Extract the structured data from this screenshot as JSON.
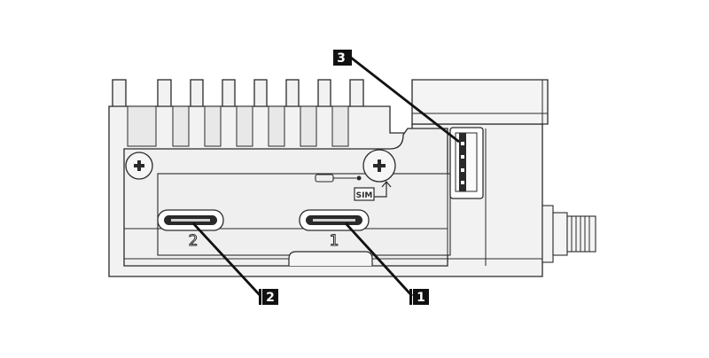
{
  "callouts": [
    {
      "id": "1",
      "label": "1"
    },
    {
      "id": "2",
      "label": "2"
    },
    {
      "id": "3",
      "label": "3"
    }
  ],
  "port_labels": {
    "port_1": "1",
    "port_2": "2",
    "sim": "SIM"
  },
  "icons": {
    "screw_left": "phillips-screw-icon",
    "screw_right": "phillips-screw-icon",
    "pin_tool": "sim-eject-pin-icon",
    "sim_arrow": "arrow-up-icon"
  },
  "colors": {
    "body_fill": "#f2f2f2",
    "outline": "#2a2a2a",
    "callout_box": "#111111",
    "callout_text": "#ffffff"
  }
}
